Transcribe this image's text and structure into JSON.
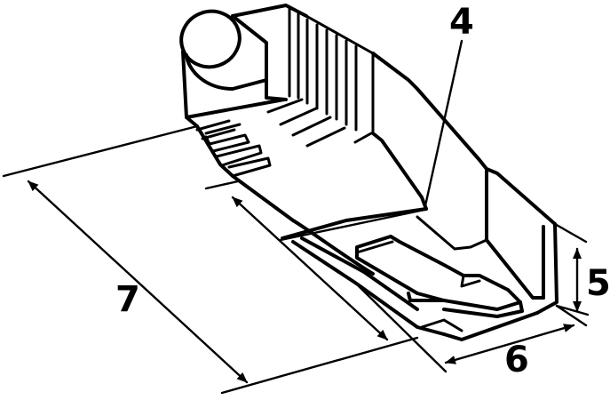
{
  "labels": {
    "part_4": "4",
    "dim_5": "5",
    "dim_6": "6",
    "dim_7": "7"
  }
}
